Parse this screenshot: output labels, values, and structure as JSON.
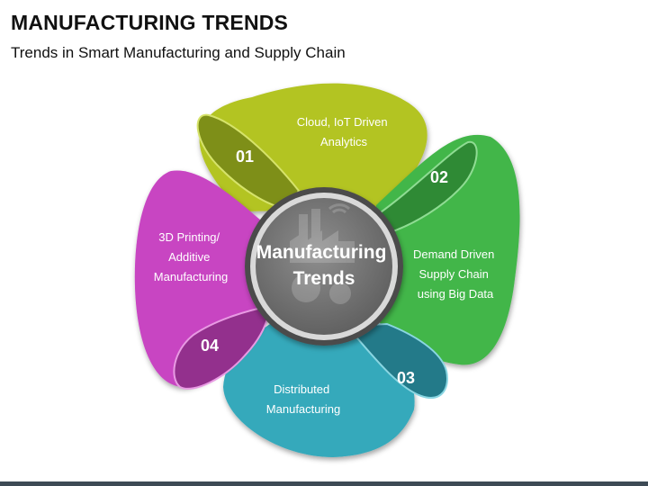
{
  "header": {
    "title": "MANUFACTURING TRENDS",
    "subtitle": "Trends in Smart Manufacturing and Supply Chain"
  },
  "center": {
    "line1": "Manufacturing",
    "line2": "Trends",
    "icon": "factory-gears-icon"
  },
  "petals": [
    {
      "number": "01",
      "lines": [
        "Cloud, IoT Driven",
        "Analytics"
      ],
      "color": "#b3c422",
      "tab_color": "#7e8f18"
    },
    {
      "number": "02",
      "lines": [
        "Demand Driven",
        "Supply Chain",
        "using Big Data"
      ],
      "color": "#42b649",
      "tab_color": "#2f8a35"
    },
    {
      "number": "03",
      "lines": [
        "Distributed",
        "Manufacturing"
      ],
      "color": "#35a9bb",
      "tab_color": "#237a89"
    },
    {
      "number": "04",
      "lines": [
        "3D Printing/",
        "Additive",
        "Manufacturing"
      ],
      "color": "#c845c2",
      "tab_color": "#93308d"
    }
  ]
}
